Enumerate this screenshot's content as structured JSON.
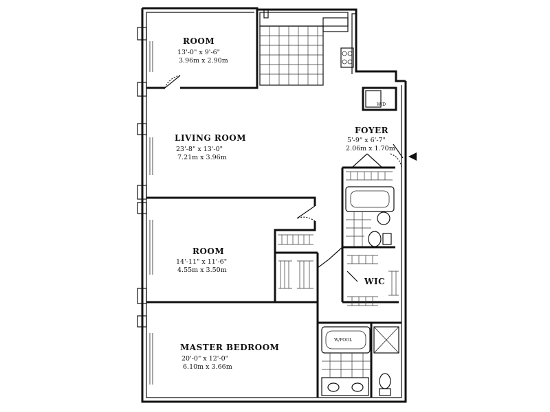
{
  "rooms": {
    "room1": {
      "name": "ROOM",
      "dim_imperial": "13'-0\" x 9'-6\"",
      "dim_metric": "3.96m x 2.90m"
    },
    "living": {
      "name": "LIVING ROOM",
      "dim_imperial": "23'-8\" x 13'-0\"",
      "dim_metric": "7.21m x 3.96m"
    },
    "foyer": {
      "name": "FOYER",
      "dim_imperial": "5'-9\" x 6'-7\"",
      "dim_metric": "2.06m x 1.70m"
    },
    "room2": {
      "name": "ROOM",
      "dim_imperial": "14'-11\" x 11'-6\"",
      "dim_metric": "4.55m x 3.50m"
    },
    "wic": {
      "name": "WIC"
    },
    "master": {
      "name": "MASTER BEDROOM",
      "dim_imperial": "20'-0\" x 12'-0\"",
      "dim_metric": "6.10m x 3.66m"
    }
  },
  "fixtures": {
    "washer_dryer": "W/D",
    "tub_master": "W/POOL"
  },
  "colors": {
    "line": "#111111",
    "background": "#ffffff"
  }
}
